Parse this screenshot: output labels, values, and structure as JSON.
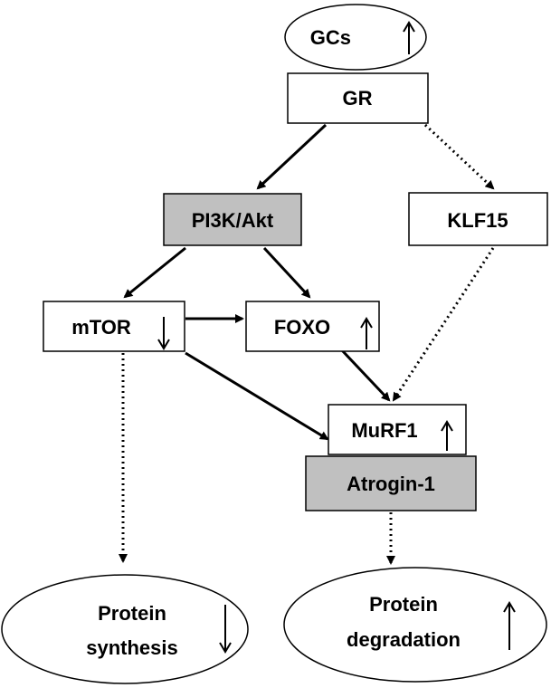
{
  "nodes": {
    "gcs": {
      "label": "GCs",
      "indicator": "up"
    },
    "gr": {
      "label": "GR"
    },
    "pi3k_akt": {
      "label": "PI3K/Akt"
    },
    "klf15": {
      "label": "KLF15"
    },
    "mtor": {
      "label": "mTOR",
      "indicator": "down"
    },
    "foxo": {
      "label": "FOXO",
      "indicator": "up"
    },
    "murf1": {
      "label": "MuRF1",
      "indicator": "up"
    },
    "atrogin1": {
      "label": "Atrogin-1"
    },
    "protein_synthesis": {
      "label_line1": "Protein",
      "label_line2": "synthesis",
      "indicator": "down"
    },
    "protein_degradation": {
      "label_line1": "Protein",
      "label_line2": "degradation",
      "indicator": "up"
    }
  },
  "edges": [
    {
      "from": "gr",
      "to": "pi3k_akt",
      "style": "solid"
    },
    {
      "from": "gr",
      "to": "klf15",
      "style": "dotted"
    },
    {
      "from": "pi3k_akt",
      "to": "mtor",
      "style": "solid"
    },
    {
      "from": "pi3k_akt",
      "to": "foxo",
      "style": "solid"
    },
    {
      "from": "mtor",
      "to": "foxo",
      "style": "solid"
    },
    {
      "from": "mtor",
      "to": "murf1",
      "style": "solid"
    },
    {
      "from": "foxo",
      "to": "murf1",
      "style": "solid"
    },
    {
      "from": "klf15",
      "to": "murf1",
      "style": "dotted"
    },
    {
      "from": "mtor",
      "to": "protein_synthesis",
      "style": "dotted"
    },
    {
      "from": "atrogin1",
      "to": "protein_degradation",
      "style": "dotted"
    }
  ],
  "colors": {
    "gray_fill": "#c0c0c0",
    "white_fill": "#ffffff",
    "stroke": "#000000"
  }
}
